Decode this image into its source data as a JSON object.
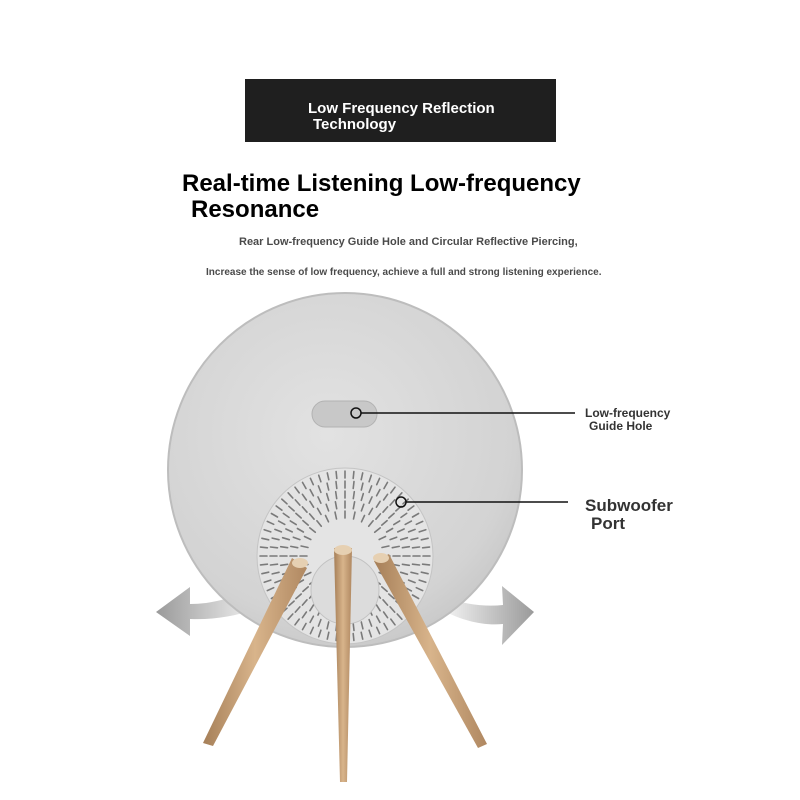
{
  "banner": {
    "line1": "Low Frequency Reflection",
    "line2": "Technology"
  },
  "headline": {
    "line1": "Real-time Listening Low-frequency",
    "line2": "Resonance"
  },
  "description": {
    "line1": "Rear Low-frequency Guide Hole and Circular Reflective Piercing,",
    "line2": "Increase the sense of low frequency, achieve a full and strong listening experience."
  },
  "callouts": {
    "guide_hole": {
      "line1": "Low-frequency",
      "line2": "Guide Hole"
    },
    "subwoofer": {
      "line1": "Subwoofer",
      "line2": "Port"
    }
  },
  "colors": {
    "banner_bg": "#1f1f1f",
    "speaker_body": "#d9d9d9",
    "wood_legs": "#c9a37a"
  }
}
